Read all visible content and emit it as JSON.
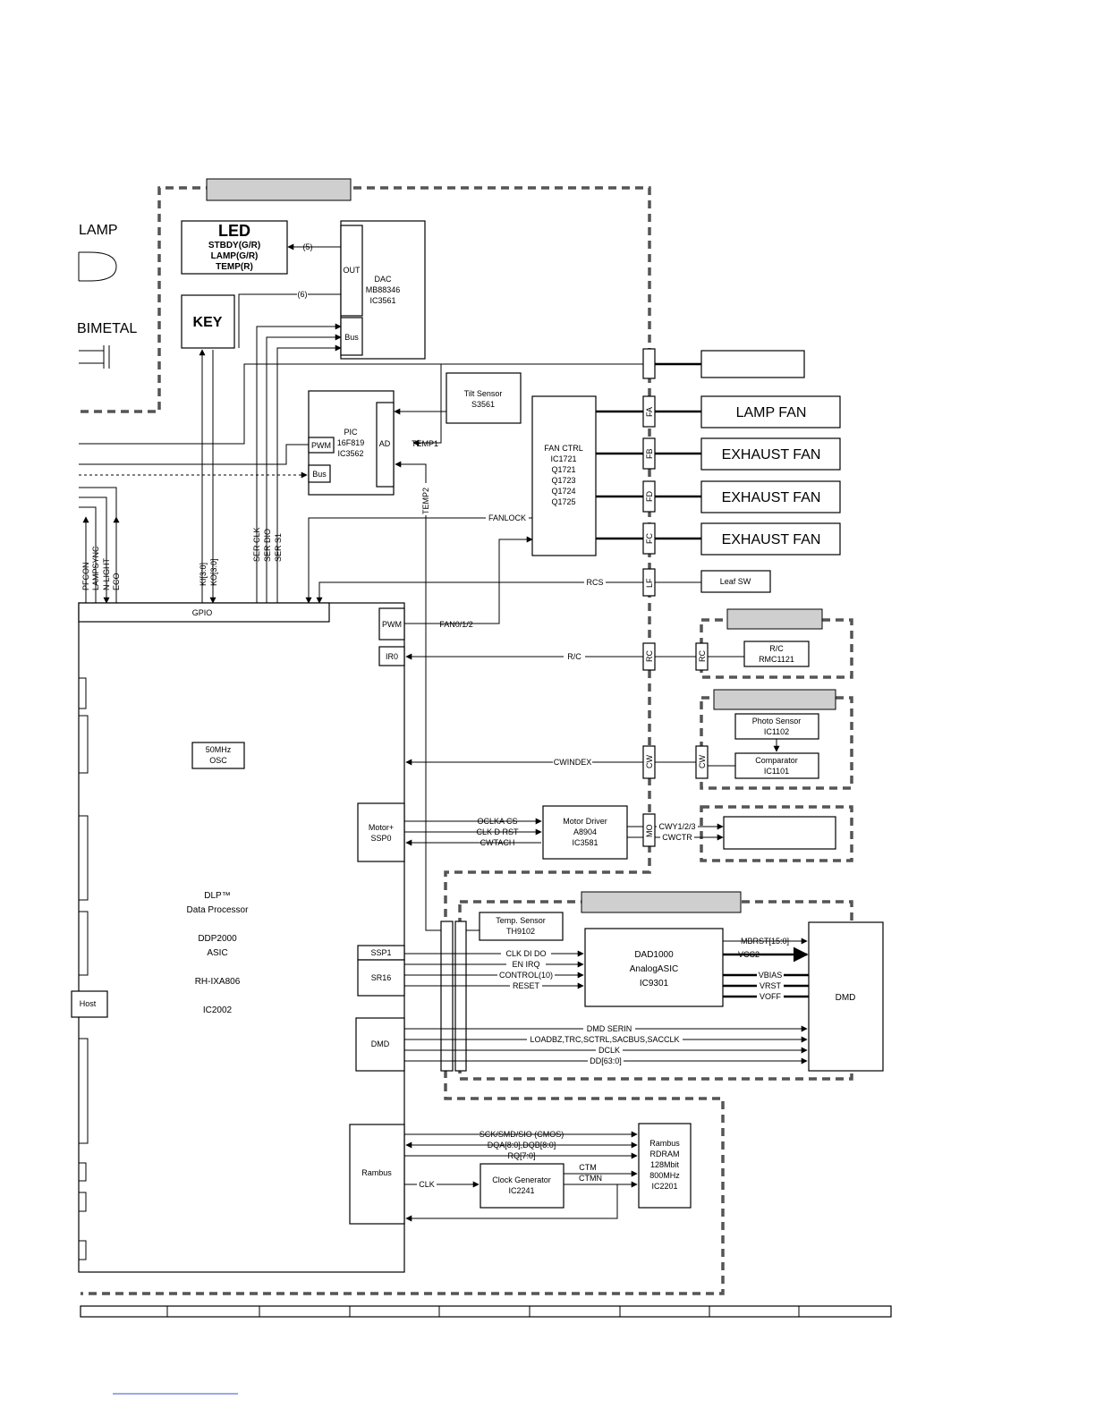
{
  "labels": {
    "lamp": "LAMP",
    "bimetal": "BIMETAL",
    "led_title": "LED",
    "led_line1": "STBDY(G/R)",
    "led_line2": "LAMP(G/R)",
    "led_line3": "TEMP(R)",
    "key": "KEY",
    "dac_out": "OUT",
    "dac_bus": "Bus",
    "dac_line1": "DAC",
    "dac_line2": "MB88346",
    "dac_line3": "IC3561",
    "sig5": "(5)",
    "sig6": "(6)",
    "tilt1": "Tilt Sensor",
    "tilt2": "S3561",
    "pic1": "PIC",
    "pic2": "16F819",
    "pic3": "IC3562",
    "pic_pwm": "PWM",
    "pic_ad": "AD",
    "pic_bus": "Bus",
    "temp1": "TEMP1",
    "temp2": "TEMP2",
    "fan1": "FAN CTRL",
    "fan2": "IC1721",
    "fan3": "Q1721",
    "fan4": "Q1723",
    "fan5": "Q1724",
    "fan6": "Q1725",
    "fa": "FA",
    "fb": "FB",
    "fd": "FD",
    "fc": "FC",
    "lf": "LF",
    "rc": "RC",
    "cw": "CW",
    "mo": "MO",
    "lamp_fan": "LAMP FAN",
    "exhaust_fan1": "EXHAUST FAN",
    "exhaust_fan2": "EXHAUST FAN",
    "exhaust_fan3": "EXHAUST FAN",
    "leaf_sw": "Leaf SW",
    "fanlock": "FANLOCK",
    "rcs": "RCS",
    "pfcon": "PFCON",
    "lampsync": "LAMPSYNC",
    "n_light": "N-LIGHT",
    "eco": "ECO",
    "ki": "KI[3:0]",
    "ko": "KO[3:0]",
    "ser_clk": "SER CLK",
    "ser_dio": "SER DIO",
    "ser_s1": "SER S1",
    "gpio": "GPIO",
    "pwm": "PWM",
    "fan012": "FAN0/1/2",
    "ir0": "IR0",
    "rc_sig": "R/C",
    "rc1": "R/C",
    "rc2": "RMC1121",
    "photo1": "Photo Sensor",
    "photo2": "IC1102",
    "comp1": "Comparator",
    "comp2": "IC1101",
    "cwindex": "CWINDEX",
    "osc1": "50MHz",
    "osc2": "OSC",
    "motor1": "Motor+",
    "motor2": "SSP0",
    "oclka": "OCLKA CS",
    "clkd": "CLK D RST",
    "cwtach": "CWTACH",
    "md1": "Motor Driver",
    "md2": "A8904",
    "md3": "IC3581",
    "cwy": "CWY1/2/3",
    "cwctr": "CWCTR",
    "dlp1": "DLP™",
    "dlp2": "Data Processor",
    "dlp3": "DDP2000",
    "dlp4": "ASIC",
    "dlp5": "RH-IXA806",
    "dlp6": "IC2002",
    "host": "Host",
    "ts1": "Temp. Sensor",
    "ts2": "TH9102",
    "ssp1": "SSP1",
    "sr16": "SR16",
    "clkdido": "CLK DI DO",
    "enirq": "EN IRQ",
    "control": "CONTROL(10)",
    "reset": "RESET",
    "dad1": "DAD1000",
    "dad2": "AnalogASIC",
    "dad3": "IC9301",
    "mbrst": "MBRST[15:0]",
    "vcc2": "VCC2",
    "vbias": "VBIAS",
    "vrst": "VRST",
    "voff": "VOFF",
    "dmd_right": "DMD",
    "dmd_left": "DMD",
    "dmdserin": "DMD SERIN",
    "loadbz": "LOADBZ,TRC,SCTRL,SACBUS,SACCLK",
    "dclk": "DCLK",
    "dd": "DD[63:0]",
    "rambus": "Rambus",
    "sck": "SCK/SMD/SIO (CMOS)",
    "dqa": "DQA[8:0],DQB[8:0]",
    "rq": "RQ[7:0]",
    "clk": "CLK",
    "cg1": "Clock  Generator",
    "cg2": "IC2241",
    "ctm": "CTM",
    "ctmn": "CTMN",
    "rd1": "Rambus",
    "rd2": "RDRAM",
    "rd3": "128Mbit",
    "rd4": "800MHz",
    "rd5": "IC2201"
  }
}
